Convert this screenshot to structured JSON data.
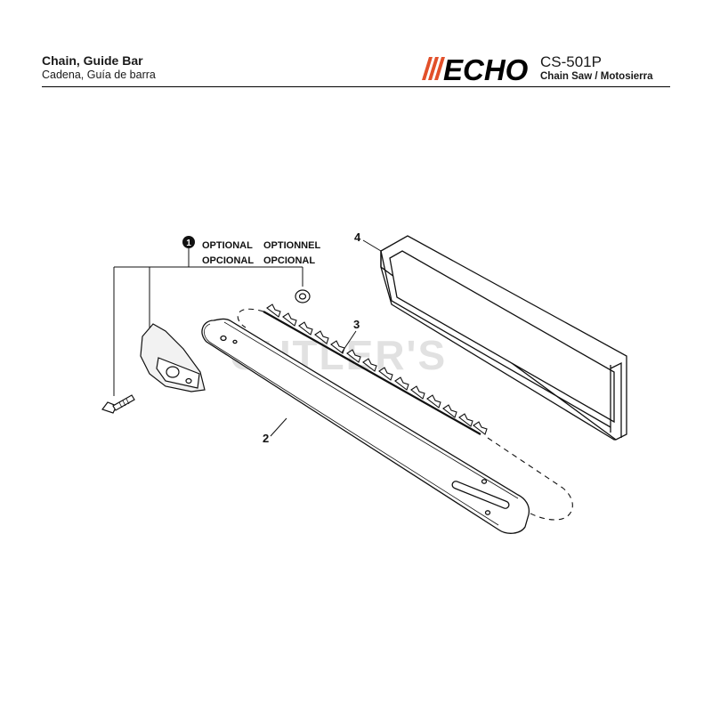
{
  "header": {
    "title": "Chain, Guide Bar",
    "subtitle": "Cadena, Guía de barra",
    "model": "CS-501P",
    "model_subtitle": "Chain Saw / Motosierra",
    "brand": "ECHO"
  },
  "callouts": {
    "optional_marker": "1",
    "optional_en": "OPTIONAL",
    "optional_fr": "OPTIONNEL",
    "optional_es": "OPCIONAL",
    "optional_es2": "OPCIONAL",
    "part_2": "2",
    "part_3": "3",
    "part_4": "4"
  },
  "watermark": "CUTLER'S",
  "colors": {
    "brand_orange": "#e2502a",
    "ink": "#1a1a1a"
  }
}
